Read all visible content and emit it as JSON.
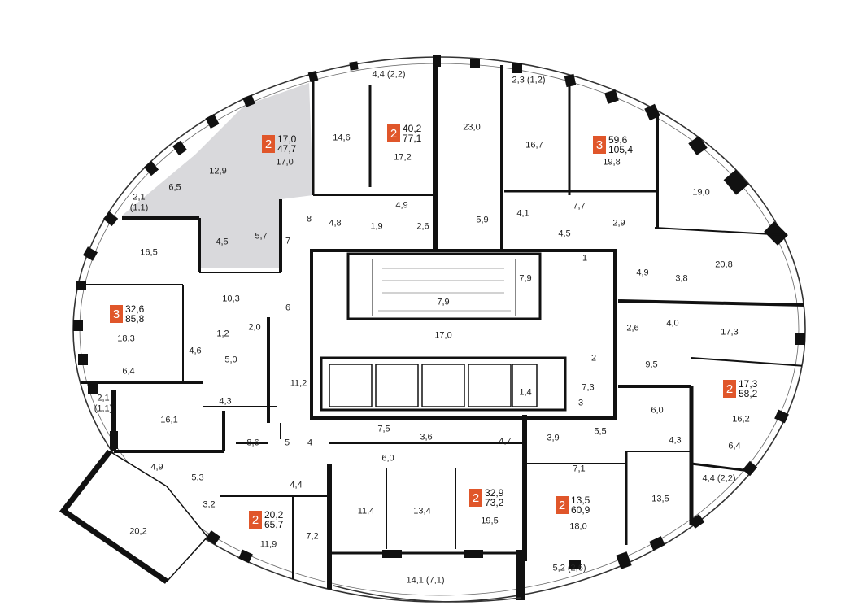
{
  "accent_color": "#e0562a",
  "highlight_color": "#d9d9dc",
  "apartments": [
    {
      "rooms": "2",
      "living": "17,0",
      "total": "47,7"
    },
    {
      "rooms": "2",
      "living": "40,2",
      "total": "77,1"
    },
    {
      "rooms": "3",
      "living": "59,6",
      "total": "105,4"
    },
    {
      "rooms": "3",
      "living": "32,6",
      "total": "85,8"
    },
    {
      "rooms": "2",
      "living": "17,3",
      "total": "58,2"
    },
    {
      "rooms": "2",
      "living": "32,9",
      "total": "73,2"
    },
    {
      "rooms": "2",
      "living": "13,5",
      "total": "60,9"
    },
    {
      "rooms": "2",
      "living": "20,2",
      "total": "65,7"
    }
  ],
  "rooms": [
    "4,4 (2,2)",
    "2,3 (1,2)",
    "23,0",
    "14,6",
    "17,2",
    "16,7",
    "19,8",
    "12,9",
    "17,0",
    "6,5",
    "2,1",
    "(1,1)",
    "19,0",
    "4,9",
    "7,7",
    "4,8",
    "1,9",
    "2,6",
    "5,9",
    "4,1",
    "2,9",
    "4,5",
    "5,7",
    "4,5",
    "16,5",
    "8",
    "7",
    "1",
    "4,9",
    "3,8",
    "20,8",
    "10,3",
    "7,9",
    "7,9",
    "18,3",
    "6",
    "2,0",
    "1,2",
    "4,6",
    "17,0",
    "2,6",
    "4,0",
    "17,3",
    "5,0",
    "9,5",
    "2",
    "6,4",
    "11,2",
    "7,3",
    "1,4",
    "3",
    "2,1",
    "(1,1)",
    "4,3",
    "16,1",
    "16,2",
    "6,0",
    "7,5",
    "3,6",
    "4,7",
    "3,9",
    "5,5",
    "4,3",
    "6,4",
    "8,6",
    "5",
    "4",
    "6,0",
    "4,9",
    "7,1",
    "5,3",
    "4,4",
    "4,4 (2,2)",
    "3,2",
    "11,4",
    "13,4",
    "19,5",
    "13,5",
    "20,2",
    "11,9",
    "7,2",
    "18,0",
    "5,2 (2,6)",
    "14,1 (7,1)"
  ]
}
